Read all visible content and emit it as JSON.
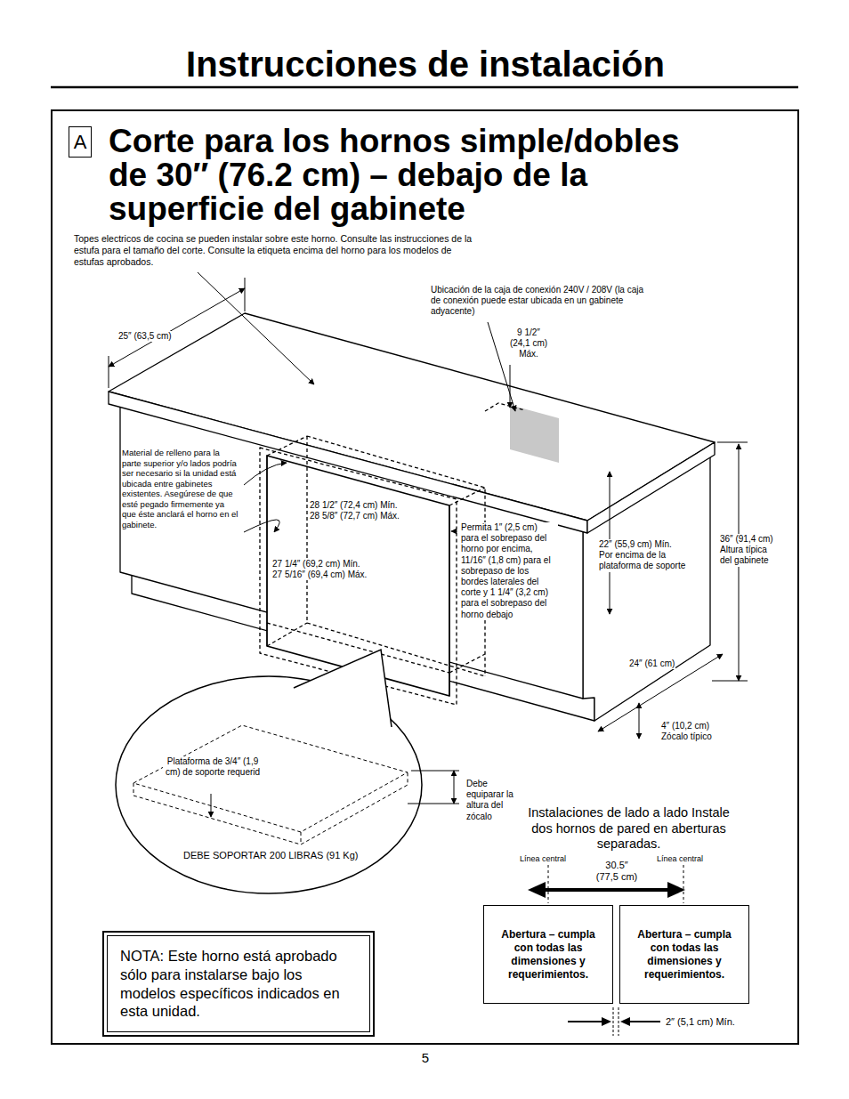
{
  "diagram": {
    "title": "Instrucciones de instalación",
    "nodes": [
      {
        "text": [
          "Corte para los hornos simple/dobles de 30″ (76.2 cm) – debajo de la superficie del gabinete"
        ]
      },
      {
        "text": [
          "A"
        ],
        "in": 0
      },
      {
        "text": [
          "NOTA: Este horno está aprobado sólo para instalarse bajo los modelos específicos indicados en esta unidad."
        ],
        "in": 0
      },
      {
        "text": [
          "Abertura – cumpla con todas las dimensiones y requerimientos."
        ],
        "in": 0
      },
      {
        "text": [
          "Abertura – cumpla con todas las dimensiones y requerimientos."
        ],
        "in": 0
      }
    ],
    "labels": [
      "Topes electricos de cocina se pueden instalar sobre este horno. Consulte las instrucciones de la estufa para el tamaño del corte. Consulte la etiqueta encima del horno para los modelos de estufas aprobados.",
      "Ubicación de la caja de conexión 240V / 208V (la caja de conexión puede estar ubicada en un gabinete adyacente)",
      "25″ (63,5 cm)",
      "9 1/2″ (24,1 cm) Máx.",
      "Material de relleno para la parte superior y/o lados podría ser necesario si la unidad está ubicada entre gabinetes existentes. Asegúrese de que esté pegado firmemente ya que éste anclará el horno en el gabinete.",
      "28 1/2″ (72,4 cm) Mín. 28 5/8″ (72,7 cm) Máx.",
      "27 1/4″ (69,2 cm) Mín. 27 5/16″ (69,4 cm) Máx.",
      "Permita 1″ (2,5 cm) para el sobrepaso del horno por encima, 11/16″ (1,8 cm) para el sobrepaso de los bordes laterales del corte y 1 1/4″ (3,2 cm) para el sobrepaso del horno debajo",
      "22″ (55,9 cm) Mín. Por encima de la plataforma de soporte",
      "36″ (91,4 cm) Altura típica del gabinete",
      "24″ (61 cm)",
      "4″ (10,2 cm) Zócalo típico",
      "Plataforma de 3/4″ (1,9 cm) de soporte requerid",
      "Debe equiparar la altura del zócalo",
      "DEBE SOPORTAR 200 LIBRAS (91 Kg)",
      "Instalaciones de lado a lado Instale dos hornos de pared en aberturas separadas.",
      "Línea central",
      "Línea central",
      "30.5″ (77,5 cm)",
      "2″ (5,1 cm) Mín.",
      "5"
    ]
  }
}
